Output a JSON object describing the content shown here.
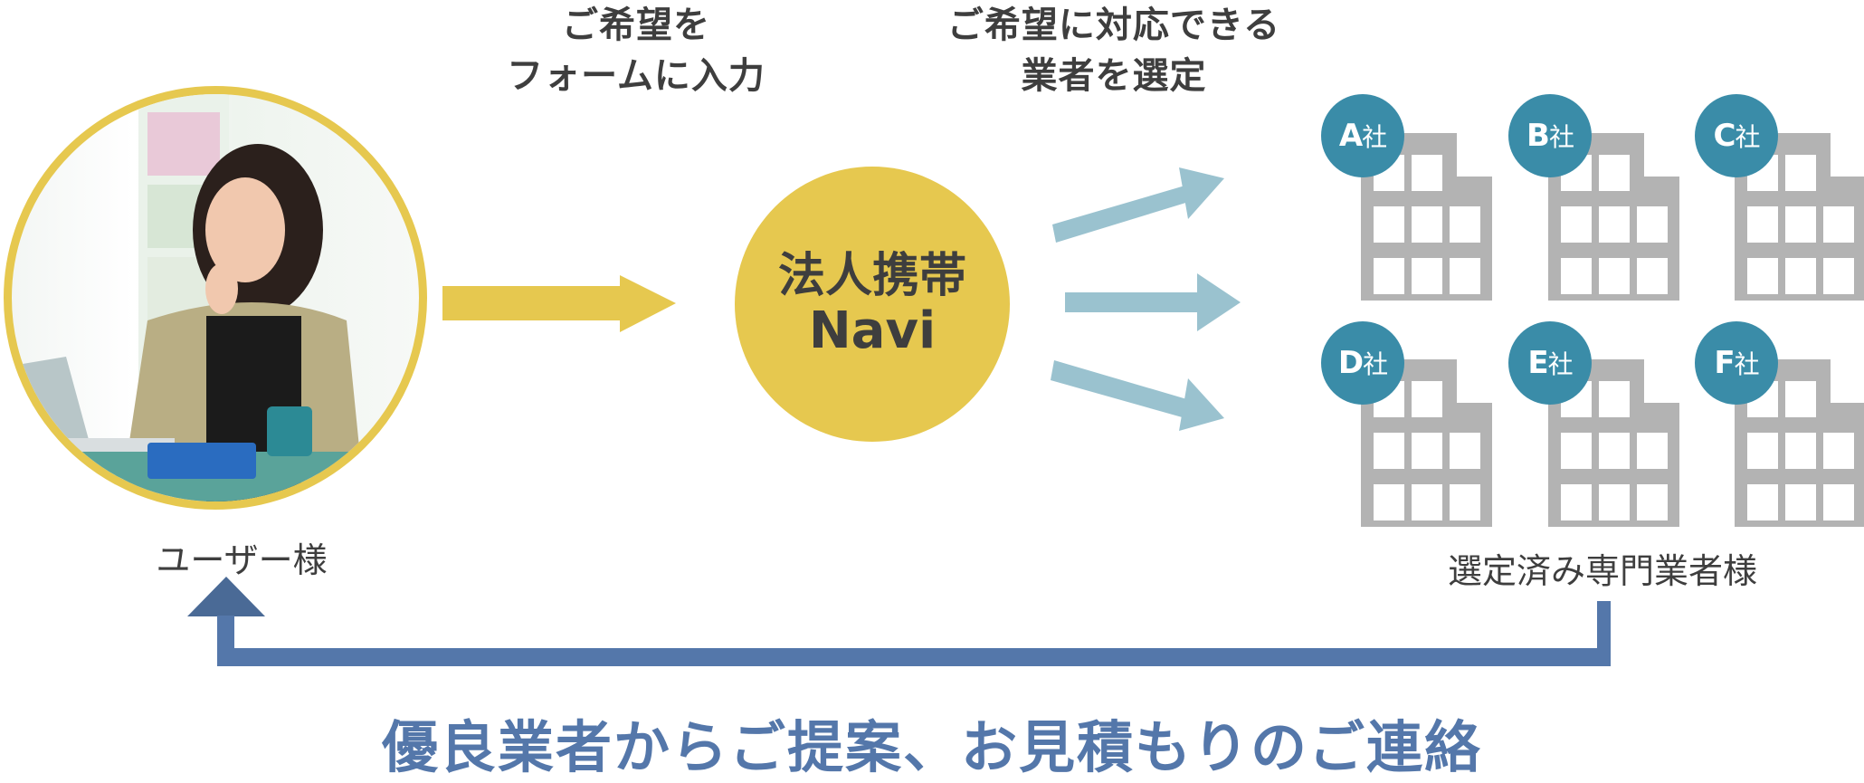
{
  "steps": {
    "step1_label": [
      "ご希望を",
      "フォームに入力"
    ],
    "step2_label": [
      "ご希望に対応できる",
      "業者を選定"
    ]
  },
  "user": {
    "caption": "ユーザー様",
    "photo_alt": "woman-at-laptop"
  },
  "service": {
    "name_line1": "法人携帯",
    "name_line2": "Navi"
  },
  "vendors": {
    "caption": "選定済み専門業者様",
    "companies": [
      {
        "letter": "A",
        "suffix": "社"
      },
      {
        "letter": "B",
        "suffix": "社"
      },
      {
        "letter": "C",
        "suffix": "社"
      },
      {
        "letter": "D",
        "suffix": "社"
      },
      {
        "letter": "E",
        "suffix": "社"
      },
      {
        "letter": "F",
        "suffix": "社"
      }
    ]
  },
  "footer": {
    "message": "優良業者からご提案、お見積もりのご連絡"
  },
  "colors": {
    "gold": "#e6c84f",
    "light_blue_arrow": "#9ac2cf",
    "badge_teal": "#3a8ca8",
    "building_gray": "#b3b3b3",
    "return_arrow_blue": "#5477aa",
    "text_dark": "#3e3e3e"
  }
}
